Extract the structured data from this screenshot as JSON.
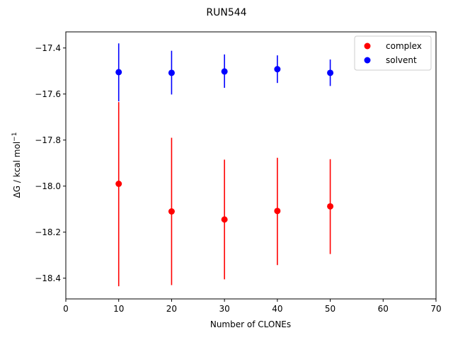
{
  "chart_data": {
    "type": "scatter",
    "title": "RUN544",
    "xlabel": "Number of CLONEs",
    "ylabel_main": "ΔG / kcal mol",
    "ylabel_sup": "−1",
    "xlim": [
      0,
      70
    ],
    "ylim": [
      -18.49,
      -17.33
    ],
    "xticks": [
      0,
      10,
      20,
      30,
      40,
      50,
      60,
      70
    ],
    "xtick_labels": [
      "0",
      "10",
      "20",
      "30",
      "40",
      "50",
      "60",
      "70"
    ],
    "yticks": [
      -18.4,
      -18.2,
      -18.0,
      -17.8,
      -17.6,
      -17.4
    ],
    "ytick_labels": [
      "−18.4",
      "−18.2",
      "−18.0",
      "−17.8",
      "−17.6",
      "−17.4"
    ],
    "grid": false,
    "legend_position": "top-right",
    "series": [
      {
        "name": "complex",
        "color": "#ff0000",
        "points": [
          {
            "x": 10,
            "y": -17.99,
            "err_low": -18.435,
            "err_high": -17.635
          },
          {
            "x": 20,
            "y": -18.11,
            "err_low": -18.43,
            "err_high": -17.79
          },
          {
            "x": 30,
            "y": -18.145,
            "err_low": -18.405,
            "err_high": -17.885
          },
          {
            "x": 40,
            "y": -18.108,
            "err_low": -18.343,
            "err_high": -17.877
          },
          {
            "x": 50,
            "y": -18.088,
            "err_low": -18.295,
            "err_high": -17.883
          }
        ]
      },
      {
        "name": "solvent",
        "color": "#0000ff",
        "points": [
          {
            "x": 10,
            "y": -17.505,
            "err_low": -17.632,
            "err_high": -17.38
          },
          {
            "x": 20,
            "y": -17.508,
            "err_low": -17.602,
            "err_high": -17.412
          },
          {
            "x": 30,
            "y": -17.502,
            "err_low": -17.573,
            "err_high": -17.428
          },
          {
            "x": 40,
            "y": -17.492,
            "err_low": -17.552,
            "err_high": -17.432
          },
          {
            "x": 50,
            "y": -17.508,
            "err_low": -17.565,
            "err_high": -17.45
          }
        ]
      }
    ]
  }
}
